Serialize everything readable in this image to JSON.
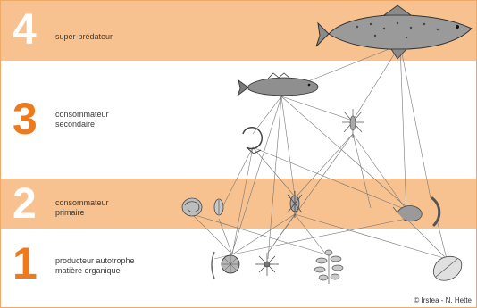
{
  "levels": [
    {
      "number": "4",
      "label_lines": [
        "super-prédateur"
      ]
    },
    {
      "number": "3",
      "label_lines": [
        "consommateur",
        "secondaire"
      ]
    },
    {
      "number": "2",
      "label_lines": [
        "consommateur",
        "primaire"
      ]
    },
    {
      "number": "1",
      "label_lines": [
        "producteur autotrophe",
        "matière organique"
      ]
    }
  ],
  "organisms": [
    "fish-top-predator",
    "small-fish",
    "aquatic-insect-larva",
    "shrimp-larva",
    "snail-shell",
    "seed",
    "water-flea",
    "amphipod",
    "worm",
    "straw",
    "diatom",
    "algae-star",
    "aquatic-plant",
    "dead-leaf"
  ],
  "colors": {
    "band_orange": "#f7c28f",
    "number_orange": "#ee7a1e",
    "number_white": "#ffffff",
    "link_line": "#777777"
  },
  "credit": "© Irstea - N. Hette"
}
